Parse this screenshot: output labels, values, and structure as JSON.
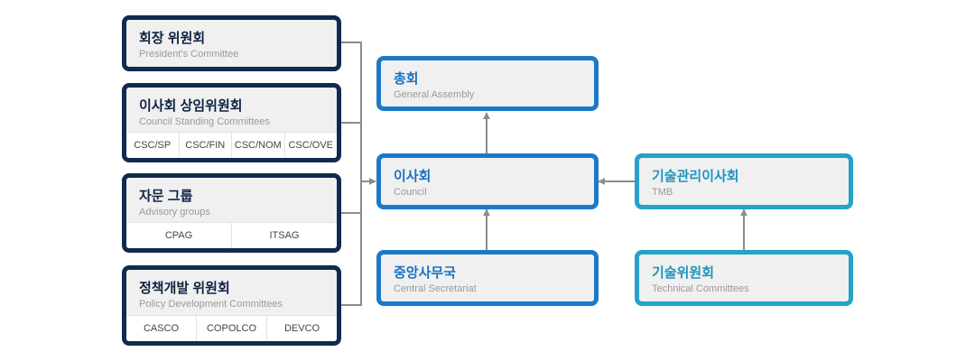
{
  "left_boxes": {
    "president": {
      "title": "회장 위원회",
      "subtitle": "President's Committee"
    },
    "csc": {
      "title": "이사회 상임위원회",
      "subtitle": "Council Standing Committees",
      "cells": [
        "CSC/SP",
        "CSC/FIN",
        "CSC/NOM",
        "CSC/OVE"
      ]
    },
    "advisory": {
      "title": "자문 그룹",
      "subtitle": "Advisory groups",
      "cells": [
        "CPAG",
        "ITSAG"
      ]
    },
    "policy": {
      "title": "정책개발 위원회",
      "subtitle": "Policy Development Committees",
      "cells": [
        "CASCO",
        "COPOLCO",
        "DEVCO"
      ]
    }
  },
  "center_boxes": {
    "assembly": {
      "title": "총회",
      "subtitle": "General Assembly"
    },
    "council": {
      "title": "이사회",
      "subtitle": "Council"
    },
    "secretariat": {
      "title": "중앙사무국",
      "subtitle": "Central Secretariat"
    }
  },
  "right_boxes": {
    "tmb": {
      "title": "기술관리이사회",
      "subtitle": "TMB"
    },
    "technical": {
      "title": "기술위원회",
      "subtitle": "Technical Committees"
    }
  },
  "colors": {
    "navy": "#112a4f",
    "blue": "#1e78c8",
    "teal": "#24a2c8",
    "connector": "#8c8c8c",
    "box_fill": "#f0f0f0"
  }
}
